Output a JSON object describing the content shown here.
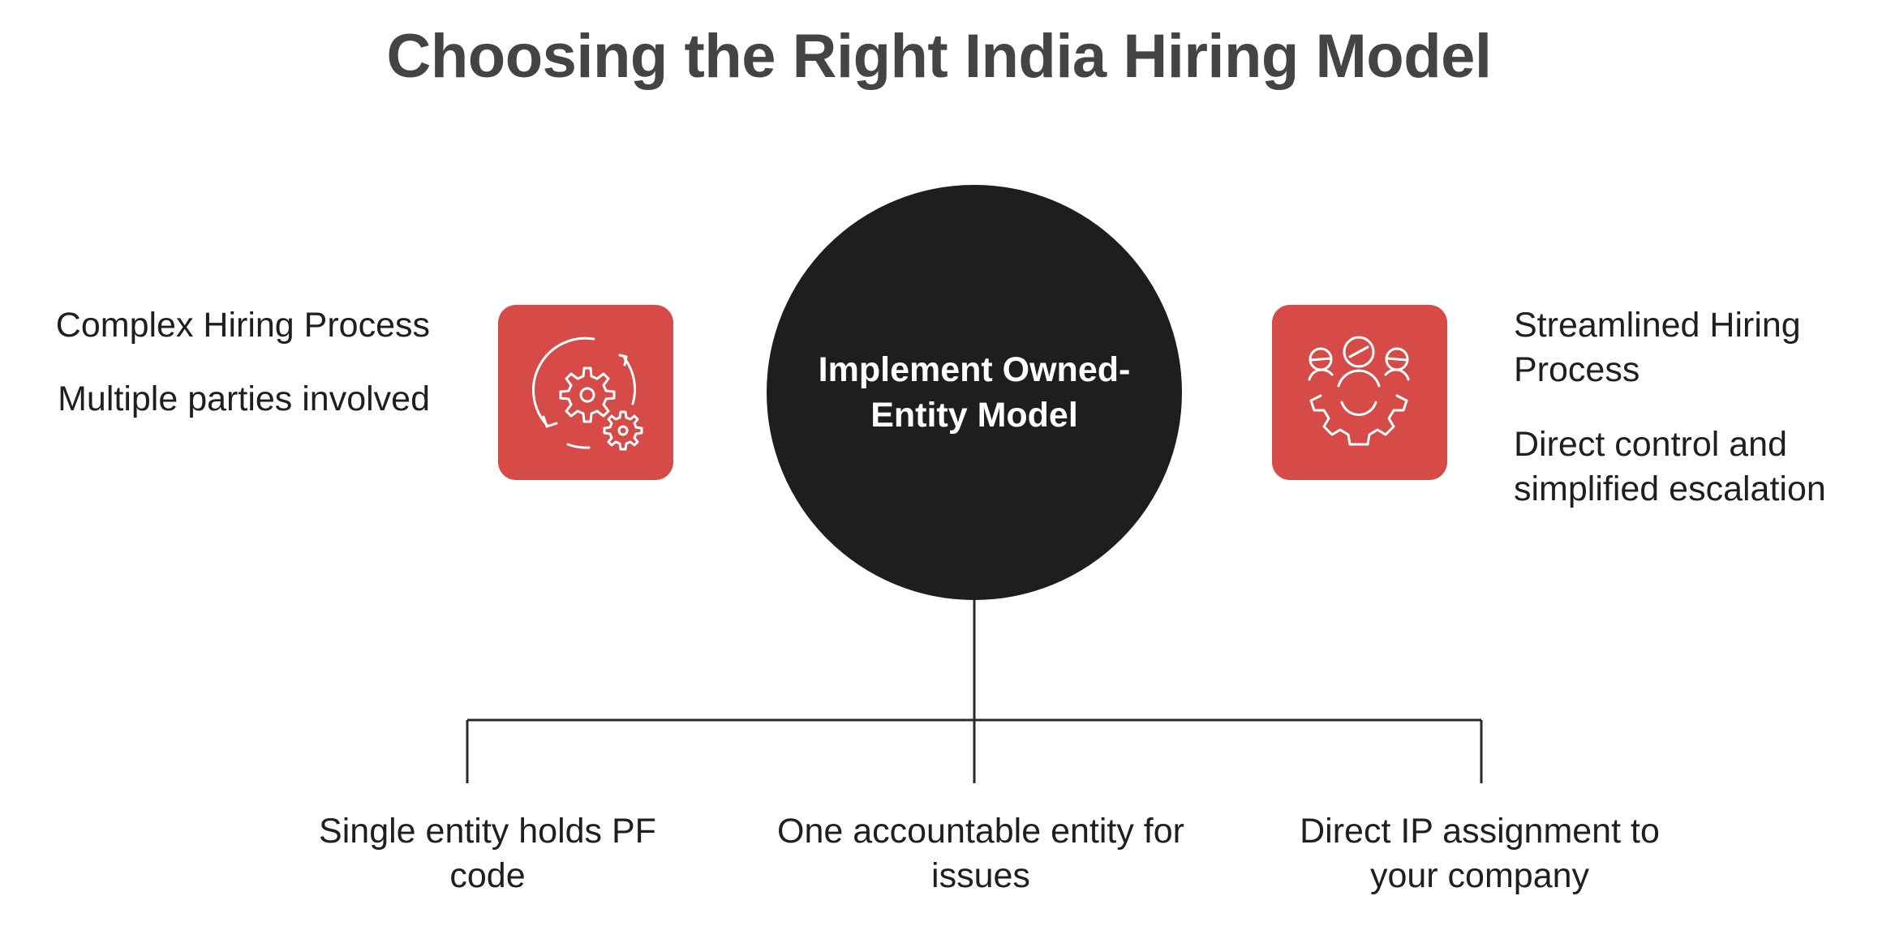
{
  "title": "Choosing the Right India Hiring Model",
  "center": {
    "label": "Implement Owned-Entity Model"
  },
  "left": {
    "icon": "gears-cycle-icon",
    "items": [
      "Complex Hiring Process",
      "Multiple parties involved"
    ]
  },
  "right": {
    "icon": "team-gear-icon",
    "items": [
      "Streamlined Hiring Process",
      "Direct control and simplified escalation"
    ]
  },
  "bottom": {
    "items": [
      "Single entity holds PF code",
      "One accountable entity for issues",
      "Direct IP assignment to your company"
    ]
  },
  "colors": {
    "accent": "#d64a47",
    "hub": "#1e1e1e",
    "title": "#444444"
  }
}
